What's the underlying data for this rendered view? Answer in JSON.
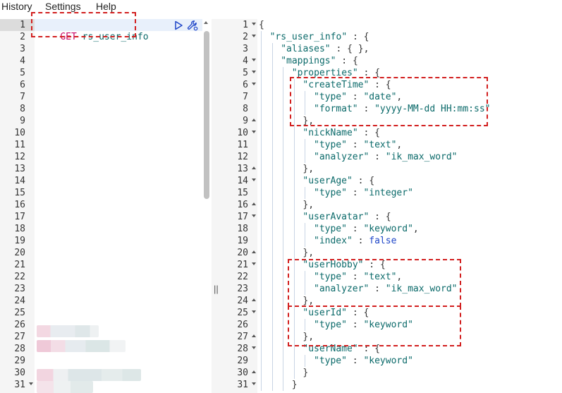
{
  "menu": {
    "items": [
      "History",
      "Settings",
      "Help"
    ]
  },
  "request": {
    "method": "GET",
    "path": "rs_user_info",
    "line_count": 31
  },
  "response": {
    "lines": [
      [
        [
          "punc",
          "{"
        ]
      ],
      [
        [
          "key",
          "\"rs_user_info\""
        ],
        [
          "punc",
          " : {"
        ]
      ],
      [
        [
          "key",
          "\"aliases\""
        ],
        [
          "punc",
          " : { },"
        ]
      ],
      [
        [
          "key",
          "\"mappings\""
        ],
        [
          "punc",
          " : {"
        ]
      ],
      [
        [
          "key",
          "\"properties\""
        ],
        [
          "punc",
          " : {"
        ]
      ],
      [
        [
          "key",
          "\"createTime\""
        ],
        [
          "punc",
          " : {"
        ]
      ],
      [
        [
          "key",
          "\"type\""
        ],
        [
          "punc",
          " : "
        ],
        [
          "str",
          "\"date\""
        ],
        [
          "punc",
          ","
        ]
      ],
      [
        [
          "key",
          "\"format\""
        ],
        [
          "punc",
          " : "
        ],
        [
          "str",
          "\"yyyy-MM-dd HH:mm:ss\""
        ]
      ],
      [
        [
          "punc",
          "},"
        ]
      ],
      [
        [
          "key",
          "\"nickName\""
        ],
        [
          "punc",
          " : {"
        ]
      ],
      [
        [
          "key",
          "\"type\""
        ],
        [
          "punc",
          " : "
        ],
        [
          "str",
          "\"text\""
        ],
        [
          "punc",
          ","
        ]
      ],
      [
        [
          "key",
          "\"analyzer\""
        ],
        [
          "punc",
          " : "
        ],
        [
          "str",
          "\"ik_max_word\""
        ]
      ],
      [
        [
          "punc",
          "},"
        ]
      ],
      [
        [
          "key",
          "\"userAge\""
        ],
        [
          "punc",
          " : {"
        ]
      ],
      [
        [
          "key",
          "\"type\""
        ],
        [
          "punc",
          " : "
        ],
        [
          "str",
          "\"integer\""
        ]
      ],
      [
        [
          "punc",
          "},"
        ]
      ],
      [
        [
          "key",
          "\"userAvatar\""
        ],
        [
          "punc",
          " : {"
        ]
      ],
      [
        [
          "key",
          "\"type\""
        ],
        [
          "punc",
          " : "
        ],
        [
          "str",
          "\"keyword\""
        ],
        [
          "punc",
          ","
        ]
      ],
      [
        [
          "key",
          "\"index\""
        ],
        [
          "punc",
          " : "
        ],
        [
          "bool",
          "false"
        ]
      ],
      [
        [
          "punc",
          "},"
        ]
      ],
      [
        [
          "key",
          "\"userHobby\""
        ],
        [
          "punc",
          " : {"
        ]
      ],
      [
        [
          "key",
          "\"type\""
        ],
        [
          "punc",
          " : "
        ],
        [
          "str",
          "\"text\""
        ],
        [
          "punc",
          ","
        ]
      ],
      [
        [
          "key",
          "\"analyzer\""
        ],
        [
          "punc",
          " : "
        ],
        [
          "str",
          "\"ik_max_word\""
        ]
      ],
      [
        [
          "punc",
          "},"
        ]
      ],
      [
        [
          "key",
          "\"userId\""
        ],
        [
          "punc",
          " : {"
        ]
      ],
      [
        [
          "key",
          "\"type\""
        ],
        [
          "punc",
          " : "
        ],
        [
          "str",
          "\"keyword\""
        ]
      ],
      [
        [
          "punc",
          "},"
        ]
      ],
      [
        [
          "key",
          "\"userName\""
        ],
        [
          "punc",
          " : {"
        ]
      ],
      [
        [
          "key",
          "\"type\""
        ],
        [
          "punc",
          " : "
        ],
        [
          "str",
          "\"keyword\""
        ]
      ],
      [
        [
          "punc",
          "}"
        ]
      ],
      [
        [
          "punc",
          "}"
        ]
      ]
    ],
    "indent": [
      0,
      1,
      2,
      2,
      3,
      4,
      5,
      5,
      4,
      4,
      5,
      5,
      4,
      4,
      5,
      4,
      4,
      5,
      5,
      4,
      4,
      5,
      5,
      4,
      4,
      5,
      4,
      4,
      5,
      4,
      3
    ],
    "folds": [
      "open",
      "open",
      "",
      "open",
      "open",
      "open",
      "",
      "",
      "close",
      "open",
      "",
      "",
      "close",
      "open",
      "",
      "close",
      "open",
      "",
      "",
      "close",
      "open",
      "",
      "",
      "close",
      "open",
      "",
      "close",
      "open",
      "",
      "close",
      "open"
    ]
  },
  "request_folds": [
    "",
    "",
    "",
    "",
    "",
    "",
    "",
    "",
    "",
    "",
    "",
    "",
    "",
    "",
    "",
    "",
    "",
    "",
    "",
    "",
    "",
    "",
    "",
    "",
    "",
    "",
    "",
    "",
    "",
    "",
    "open"
  ],
  "colors": {
    "accent": "#1f46c8",
    "highlight": "#d21f1f"
  },
  "icons": {
    "run": "play-icon",
    "settings": "wrench-icon"
  }
}
